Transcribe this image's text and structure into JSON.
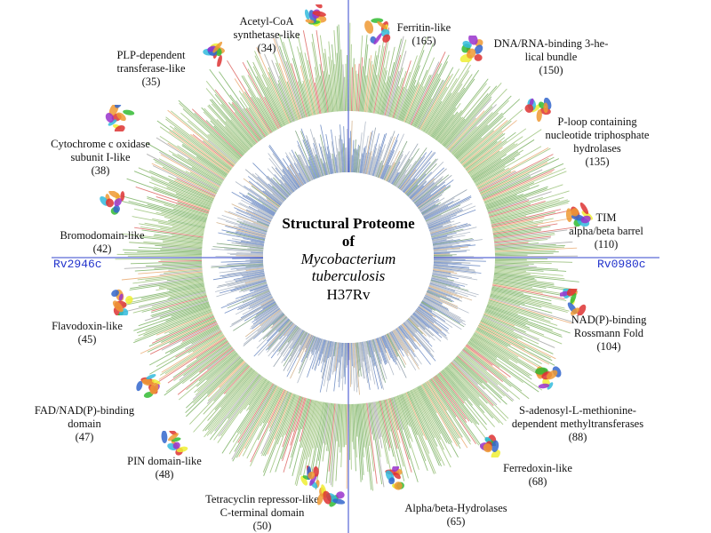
{
  "title": {
    "line1": "Structural Proteome",
    "line2": "of",
    "line3": "Mycobacterium",
    "line4": "tuberculosis",
    "line5": "H37Rv"
  },
  "axis_labels": {
    "left": "Rv2946c",
    "right": "Rv0980c"
  },
  "folds": [
    {
      "name_lines": [
        "Acetyl-CoA",
        "synthetase-like"
      ],
      "count": "(34)"
    },
    {
      "name_lines": [
        "PLP-dependent",
        "transferase-like"
      ],
      "count": "(35)"
    },
    {
      "name_lines": [
        "Ferritin-like"
      ],
      "count": "(165)"
    },
    {
      "name_lines": [
        "DNA/RNA-binding 3-he-",
        "lical bundle"
      ],
      "count": "(150)"
    },
    {
      "name_lines": [
        "P-loop containing",
        "nucleotide triphosphate",
        "hydrolases"
      ],
      "count": "(135)"
    },
    {
      "name_lines": [
        "Cytochrome c oxidase",
        "subunit I-like"
      ],
      "count": "(38)"
    },
    {
      "name_lines": [
        "TIM",
        "alpha/beta barrel"
      ],
      "count": "(110)"
    },
    {
      "name_lines": [
        "Bromodomain-like"
      ],
      "count": "(42)"
    },
    {
      "name_lines": [
        "Flavodoxin-like"
      ],
      "count": "(45)"
    },
    {
      "name_lines": [
        "NAD(P)-binding",
        "Rossmann Fold"
      ],
      "count": "(104)"
    },
    {
      "name_lines": [
        "S-adenosyl-L-methionine-",
        "dependent methyltransferases"
      ],
      "count": "(88)"
    },
    {
      "name_lines": [
        "FAD/NAD(P)-binding",
        "domain"
      ],
      "count": "(47)"
    },
    {
      "name_lines": [
        "Ferredoxin-like"
      ],
      "count": "(68)"
    },
    {
      "name_lines": [
        "PIN domain-like"
      ],
      "count": "(48)"
    },
    {
      "name_lines": [
        "Tetracyclin repressor-like",
        "C-terminal domain"
      ],
      "count": "(50)"
    },
    {
      "name_lines": [
        "Alpha/beta-Hydrolases"
      ],
      "count": "(65)"
    }
  ],
  "colors": {
    "axis": "#3344cc",
    "outer_ring": [
      "#6aa84f",
      "#8fbc6a",
      "#7fae5a",
      "#d9534f",
      "#e8a060",
      "#999999"
    ],
    "inner_ring": [
      "#4a6fb5",
      "#9aa6b8",
      "#c8a070",
      "#7a8a9a",
      "#5a8a5a"
    ]
  }
}
